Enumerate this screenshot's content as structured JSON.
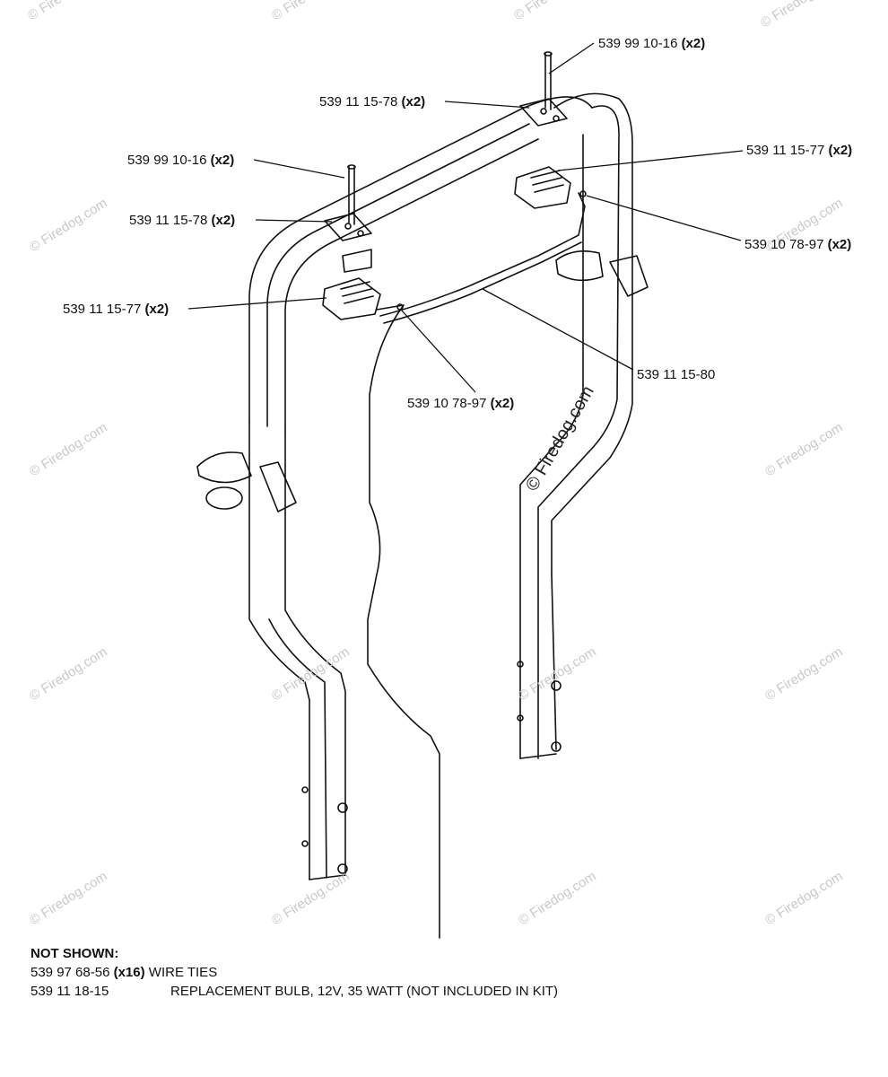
{
  "callouts": [
    {
      "part": "539 99 10-16",
      "qty": "(x2)"
    },
    {
      "part": "539 11 15-78",
      "qty": "(x2)"
    },
    {
      "part": "539 99 10-16",
      "qty": "(x2)"
    },
    {
      "part": "539 11 15-77",
      "qty": "(x2)"
    },
    {
      "part": "539 11 15-78",
      "qty": "(x2)"
    },
    {
      "part": "539 10 78-97",
      "qty": "(x2)"
    },
    {
      "part": "539 11 15-77",
      "qty": "(x2)"
    },
    {
      "part": "539 11 15-80",
      "qty": ""
    },
    {
      "part": "539 10 78-97",
      "qty": "(x2)"
    }
  ],
  "not_shown": {
    "header": "NOT SHOWN:",
    "items": [
      {
        "part": "539 97 68-56",
        "qty": "(x16)",
        "description": "WIRE TIES"
      },
      {
        "part": "539 11 18-15",
        "qty": "",
        "description": "REPLACEMENT BULB, 12V, 35 WATT (NOT INCLUDED IN KIT)"
      }
    ]
  },
  "watermark": {
    "text": "© Firedog.com",
    "small": "© Firedog.com"
  }
}
